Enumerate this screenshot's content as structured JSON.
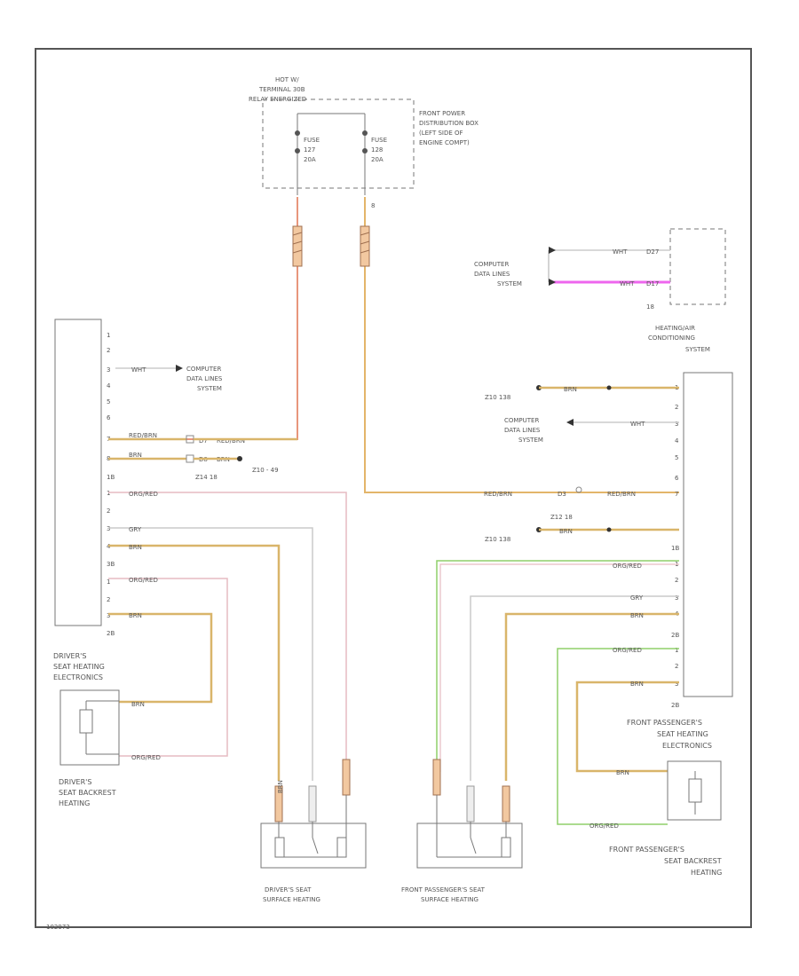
{
  "figure_id": "102973",
  "colors": {
    "red_yellow": "#e89a7e",
    "red_stripe": "#f0a090",
    "brown_yellow": "#d7b46a",
    "orange_red": "#e6b8c0",
    "grey": "#c8c8c8",
    "white": "#d2d2d2",
    "pink": "#ee66ee",
    "green": "#88cc66",
    "frame": "#555555"
  },
  "power": {
    "hot_label_1": "HOT W/",
    "hot_label_2": "TERMINAL 30B",
    "hot_label_3": "RELAY ENERGIZED",
    "fuse_box_1": "FRONT POWER",
    "fuse_box_2": "DISTRIBUTION BOX",
    "fuse_box_3": "(LEFT SIDE OF",
    "fuse_box_4": "ENGINE COMPT)",
    "fuse_a": {
      "name": "FUSE",
      "number": "127",
      "amps": "20A"
    },
    "fuse_b": {
      "name": "FUSE",
      "number": "128",
      "amps": "20A"
    },
    "fuse_b_pin": "8"
  },
  "data_line": {
    "line1": "COMPUTER",
    "line2": "DATA LINES",
    "line3": "SYSTEM"
  },
  "hvac": {
    "name_1": "HEATING/AIR",
    "name_2": "CONDITIONING",
    "name_3": "SYSTEM",
    "pin_top": "D27",
    "pin_bottom": "D17",
    "bottom_num": "18",
    "wire_top": "WHT",
    "wire_bottom": "WHT"
  },
  "driver_module": {
    "name_1": "DRIVER'S",
    "name_2": "SEAT HEATING",
    "name_3": "ELECTRONICS",
    "pins": [
      "1",
      "2",
      "3",
      "4",
      "5",
      "6",
      "7",
      "8",
      "",
      "1",
      "2",
      "3",
      "4",
      "",
      "1",
      "2",
      "3"
    ],
    "wires": {
      "wht": "WHT",
      "red_brn": "RED/BRN",
      "brn": "BRN",
      "org_red": "ORG/RED",
      "gry": "GRY",
      "brn2": "BRN",
      "org_red2": "ORG/RED",
      "brn3": "BRN"
    },
    "conn_top": "1B",
    "conn_mid": "3B",
    "conn_bot": "2B"
  },
  "driver_splice": {
    "a_pin": "D7",
    "a_wire": "RED/BRN",
    "b_pin": "D8",
    "b_wire": "BRN",
    "ground_1": "Z10 - 49",
    "ground_2": "Z14 18"
  },
  "passenger_module": {
    "name_1": "FRONT PASSENGER'S",
    "name_2": "SEAT HEATING",
    "name_3": "ELECTRONICS",
    "pins": [
      "1",
      "2",
      "3",
      "4",
      "5",
      "6",
      "7",
      "",
      "1",
      "2",
      "3",
      "4",
      "",
      "1",
      "2",
      "3"
    ],
    "wires": {
      "brn": "BRN",
      "wht": "WHT",
      "red_brn": "RED/BRN",
      "brn2": "BRN",
      "org_red": "ORG/RED",
      "gry": "GRY",
      "brn3": "BRN",
      "org_red2": "ORG/RED",
      "brn4": "BRN"
    },
    "conn_top": "1B",
    "conn_mid": "2B",
    "conn_bot": "2B",
    "splice_1": "Z10 138",
    "splice_2": "Z12 18",
    "splice_3": "Z10 138",
    "d3": "D3"
  },
  "driver_backrest": {
    "name_1": "DRIVER'S",
    "name_2": "SEAT BACKREST",
    "name_3": "HEATING",
    "wire_a": "BRN",
    "wire_b": "ORG/RED"
  },
  "driver_surface": {
    "name_1": "DRIVER'S SEAT",
    "name_2": "SURFACE HEATING",
    "wire_a": "BRN",
    "wire_b": "GRY",
    "wire_c": "ORG/RED"
  },
  "passenger_surface": {
    "name_1": "FRONT PASSENGER'S SEAT",
    "name_2": "SURFACE HEATING",
    "wire_a": "ORG/RED",
    "wire_b": "GRY",
    "wire_c": "BRN"
  },
  "passenger_backrest": {
    "name_1": "FRONT PASSENGER'S",
    "name_2": "SEAT BACKREST",
    "name_3": "HEATING",
    "wire_a": "BRN",
    "wire_b": "ORG/RED"
  }
}
